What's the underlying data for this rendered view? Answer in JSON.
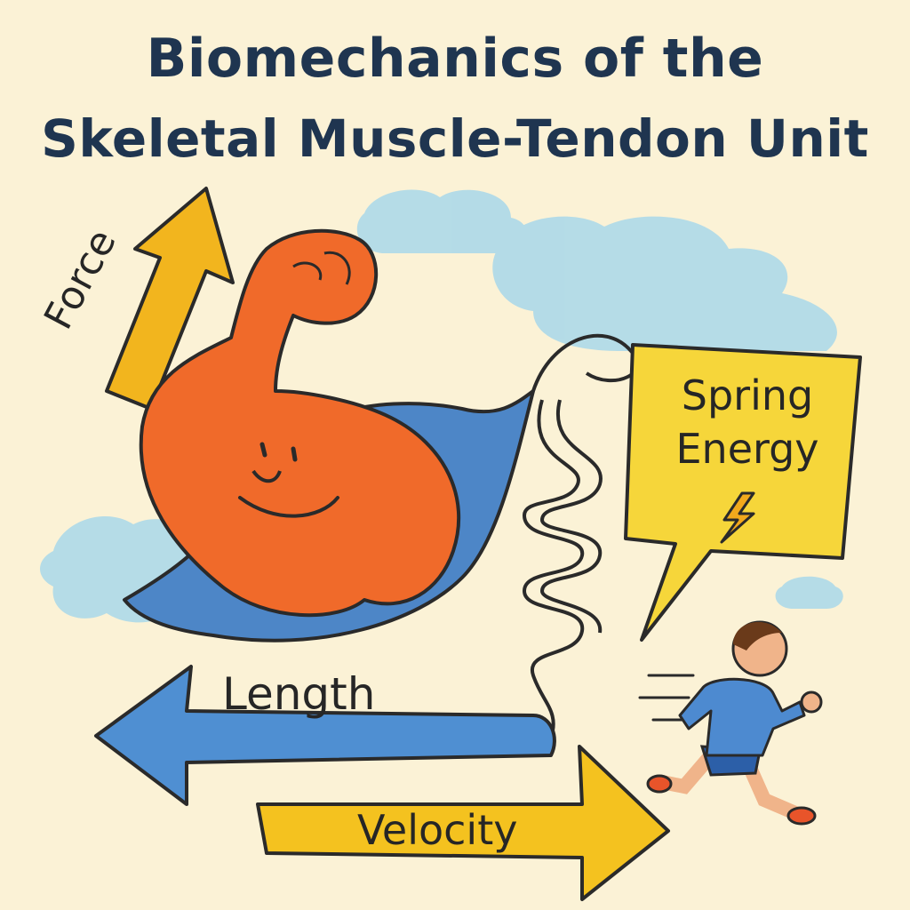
{
  "title": {
    "line1": "Biomechanics of the",
    "line2": "Skeletal Muscle-Tendon Unit"
  },
  "labels": {
    "force": "Force",
    "length": "Length",
    "velocity": "Velocity",
    "spring_energy": "Spring\nEnergy"
  },
  "icons": [
    "flexed-arm-icon",
    "spring-tendon-icon",
    "lightning-bolt-icon",
    "runner-icon",
    "cloud-icon"
  ],
  "colors": {
    "background": "#fbf2d6",
    "title": "#1f3550",
    "muscle": "#f06a2a",
    "tendon_sheet": "#4d86c7",
    "force_arrow": "#f2b51e",
    "length_arrow": "#4f8fd2",
    "velocity_arrow": "#f4c21f",
    "callout": "#f6d63a",
    "cloud": "#a8d8ea"
  }
}
